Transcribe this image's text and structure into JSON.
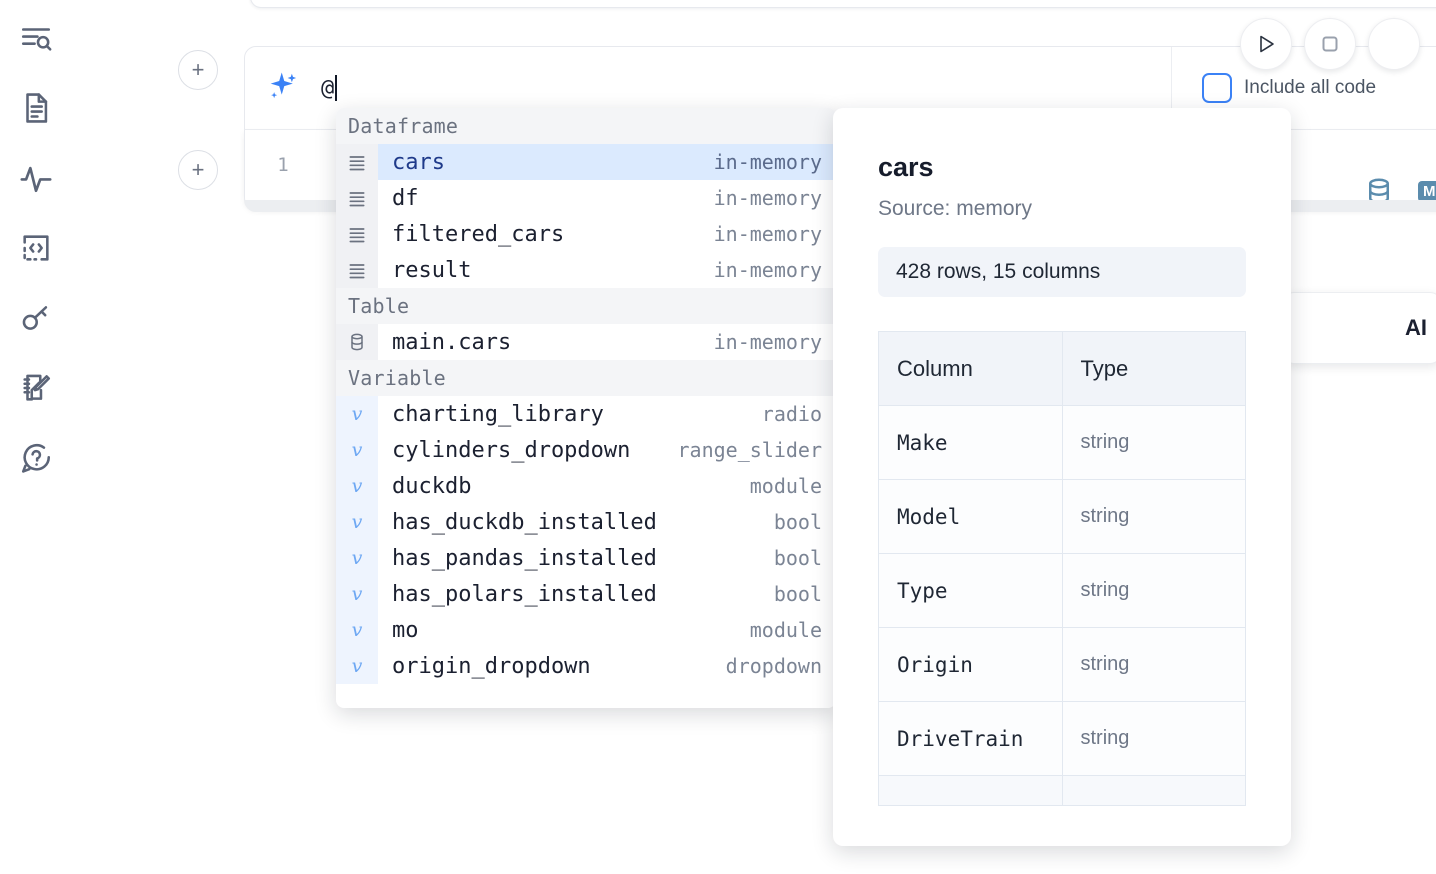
{
  "sidebar": {
    "items": [
      {
        "name": "explorer-search-icon",
        "label": "Explorer"
      },
      {
        "name": "document-icon",
        "label": "Documentation"
      },
      {
        "name": "activity-pulse-icon",
        "label": "Activity"
      },
      {
        "name": "code-snippet-icon",
        "label": "Snippets"
      },
      {
        "name": "key-icon",
        "label": "Secrets"
      },
      {
        "name": "notebook-edit-icon",
        "label": "Scratchpad"
      },
      {
        "name": "help-chat-icon",
        "label": "Help"
      }
    ]
  },
  "toolbar": {
    "run_label": "Run",
    "stop_label": "Stop",
    "add_cell_label": "+",
    "include_all_code_label": "Include all code",
    "include_all_code_checked": false,
    "accent_color": "#3b82f6"
  },
  "ai_cell": {
    "icon": "sparkles-icon",
    "input_value": "@",
    "placeholder": ""
  },
  "code_cell": {
    "line_number": "1",
    "code": "",
    "tools": [
      {
        "name": "database-icon",
        "label": "Database"
      },
      {
        "name": "markdown-icon",
        "label": "M↓"
      }
    ]
  },
  "floating_card": {
    "text": "AI"
  },
  "autocomplete": {
    "groups": [
      {
        "label": "Dataframe",
        "items": [
          {
            "icon": "dataframe-icon",
            "name": "cars",
            "type": "in-memory",
            "selected": true
          },
          {
            "icon": "dataframe-icon",
            "name": "df",
            "type": "in-memory",
            "selected": false
          },
          {
            "icon": "dataframe-icon",
            "name": "filtered_cars",
            "type": "in-memory",
            "selected": false
          },
          {
            "icon": "dataframe-icon",
            "name": "result",
            "type": "in-memory",
            "selected": false
          }
        ]
      },
      {
        "label": "Table",
        "items": [
          {
            "icon": "table-icon",
            "name": "main.cars",
            "type": "in-memory",
            "selected": false
          }
        ]
      },
      {
        "label": "Variable",
        "items": [
          {
            "icon": "variable-icon",
            "name": "charting_library",
            "type": "radio",
            "selected": false
          },
          {
            "icon": "variable-icon",
            "name": "cylinders_dropdown",
            "type": "range_slider",
            "selected": false
          },
          {
            "icon": "variable-icon",
            "name": "duckdb",
            "type": "module",
            "selected": false
          },
          {
            "icon": "variable-icon",
            "name": "has_duckdb_installed",
            "type": "bool",
            "selected": false
          },
          {
            "icon": "variable-icon",
            "name": "has_pandas_installed",
            "type": "bool",
            "selected": false
          },
          {
            "icon": "variable-icon",
            "name": "has_polars_installed",
            "type": "bool",
            "selected": false
          },
          {
            "icon": "variable-icon",
            "name": "mo",
            "type": "module",
            "selected": false
          },
          {
            "icon": "variable-icon",
            "name": "origin_dropdown",
            "type": "dropdown",
            "selected": false
          }
        ]
      }
    ]
  },
  "info_panel": {
    "title": "cars",
    "source": "Source: memory",
    "stats": "428 rows, 15 columns",
    "table": {
      "headers": [
        "Column",
        "Type"
      ],
      "rows": [
        [
          "Make",
          "string"
        ],
        [
          "Model",
          "string"
        ],
        [
          "Type",
          "string"
        ],
        [
          "Origin",
          "string"
        ],
        [
          "DriveTrain",
          "string"
        ]
      ]
    }
  }
}
